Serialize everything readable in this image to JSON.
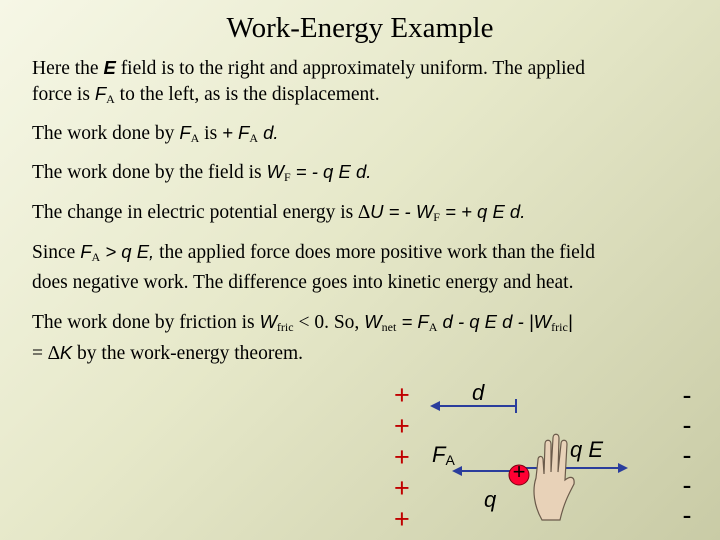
{
  "title": "Work-Energy Example",
  "p1": {
    "a": "Here the ",
    "E": "E",
    "b": " field is to the right and approximately uniform. The applied",
    "c": "force is ",
    "F": "F",
    "Fsub": "A",
    "d": " to the left, as is the displacement."
  },
  "p2": {
    "a": "The work done by ",
    "F": "F",
    "Fsub": "A",
    "b": " is ",
    "plusF": "+ F",
    "plusFsub": "A",
    "d": " d."
  },
  "p3": {
    "a": "The work done by the field is ",
    "W": "W",
    "Wsub": "F",
    "b": " = - q E d."
  },
  "p4": {
    "a": "The change in electric potential energy is ",
    "delta": "∆",
    "U": "U = - W",
    "Usub": "F",
    "b": " = + q E d."
  },
  "p5": {
    "a": "Since ",
    "F": "F",
    "Fsub": "A",
    "b": " > q E,",
    "c": " the applied force does more positive work than the field",
    "line2": "does negative work. The difference goes into kinetic energy and heat."
  },
  "p6": {
    "a": "The work done by friction is ",
    "W": "W",
    "Wsub": "fric",
    "b": " < 0.  So, ",
    "Wn": "W",
    "Wnsub": "net",
    "c": " = F",
    "csub": "A",
    "d": " d - q E d - |W",
    "dsub": "fric",
    "e": "|",
    "line2a": "= ",
    "delta": "∆",
    "K": "K",
    "line2b": " by the work-energy theorem."
  },
  "diagram": {
    "plus_signs": [
      "+",
      "+",
      "+",
      "+",
      "+"
    ],
    "minus_signs": [
      "-",
      "-",
      "-",
      "-",
      "-"
    ],
    "d_label": "d",
    "FA_label": "F",
    "FA_sub": "A",
    "qE_label": "q E",
    "q_label": "q",
    "charge_sign": "+",
    "colors": {
      "plus": "#c00000",
      "charge": "#ff0033",
      "arrow": "#2a3d9c",
      "hand": "#e8d2b8"
    }
  }
}
